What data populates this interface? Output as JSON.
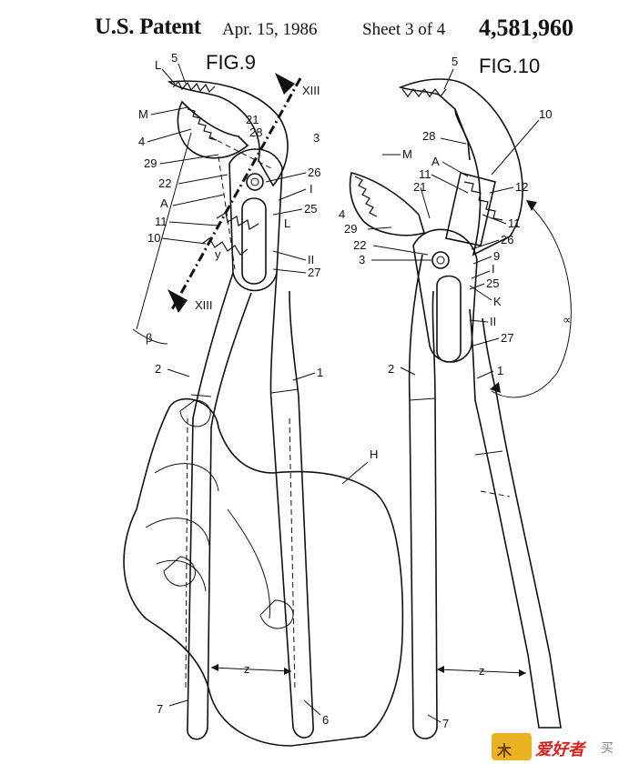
{
  "header": {
    "title": "U.S. Patent",
    "date": "Apr. 15, 1986",
    "sheet": "Sheet 3 of 4",
    "patent_number": "4,581,960"
  },
  "figures": {
    "fig9": {
      "title": "FIG.9",
      "section_mark": "XIII",
      "labels": {
        "L_top": "L",
        "n5": "5",
        "M": "M",
        "n4": "4",
        "n21": "21",
        "n28": "28",
        "n3": "3",
        "n29": "29",
        "n22": "22",
        "n26": "26",
        "A": "A",
        "I": "I",
        "n25": "25",
        "L_mid": "L",
        "n11": "11",
        "n10": "10",
        "y": "y",
        "II": "II",
        "n27": "27",
        "beta": "β",
        "n2": "2",
        "n1": "1",
        "H": "H",
        "z": "z",
        "n7": "7",
        "n6": "6"
      }
    },
    "fig10": {
      "title": "FIG.10",
      "labels": {
        "n5": "5",
        "n10": "10",
        "n28": "28",
        "M": "M",
        "A": "A",
        "n11a": "11",
        "n4": "4",
        "n21": "21",
        "n12": "12",
        "n29": "29",
        "n11b": "11",
        "n26": "26",
        "n22": "22",
        "n9": "9",
        "n3": "3",
        "I": "I",
        "n25": "25",
        "K": "K",
        "II": "II",
        "alpha": "∝",
        "n27": "27",
        "n2": "2",
        "n1": "1",
        "z": "z",
        "n7": "7"
      }
    }
  },
  "watermark": {
    "icon": "carpenter-tool-icon",
    "badge": "木",
    "text": "爱好者",
    "tail": "买"
  },
  "colors": {
    "ink": "#111111",
    "paper": "#ffffff",
    "watermark_gold": "#e8b220",
    "watermark_red": "#d8201b"
  }
}
